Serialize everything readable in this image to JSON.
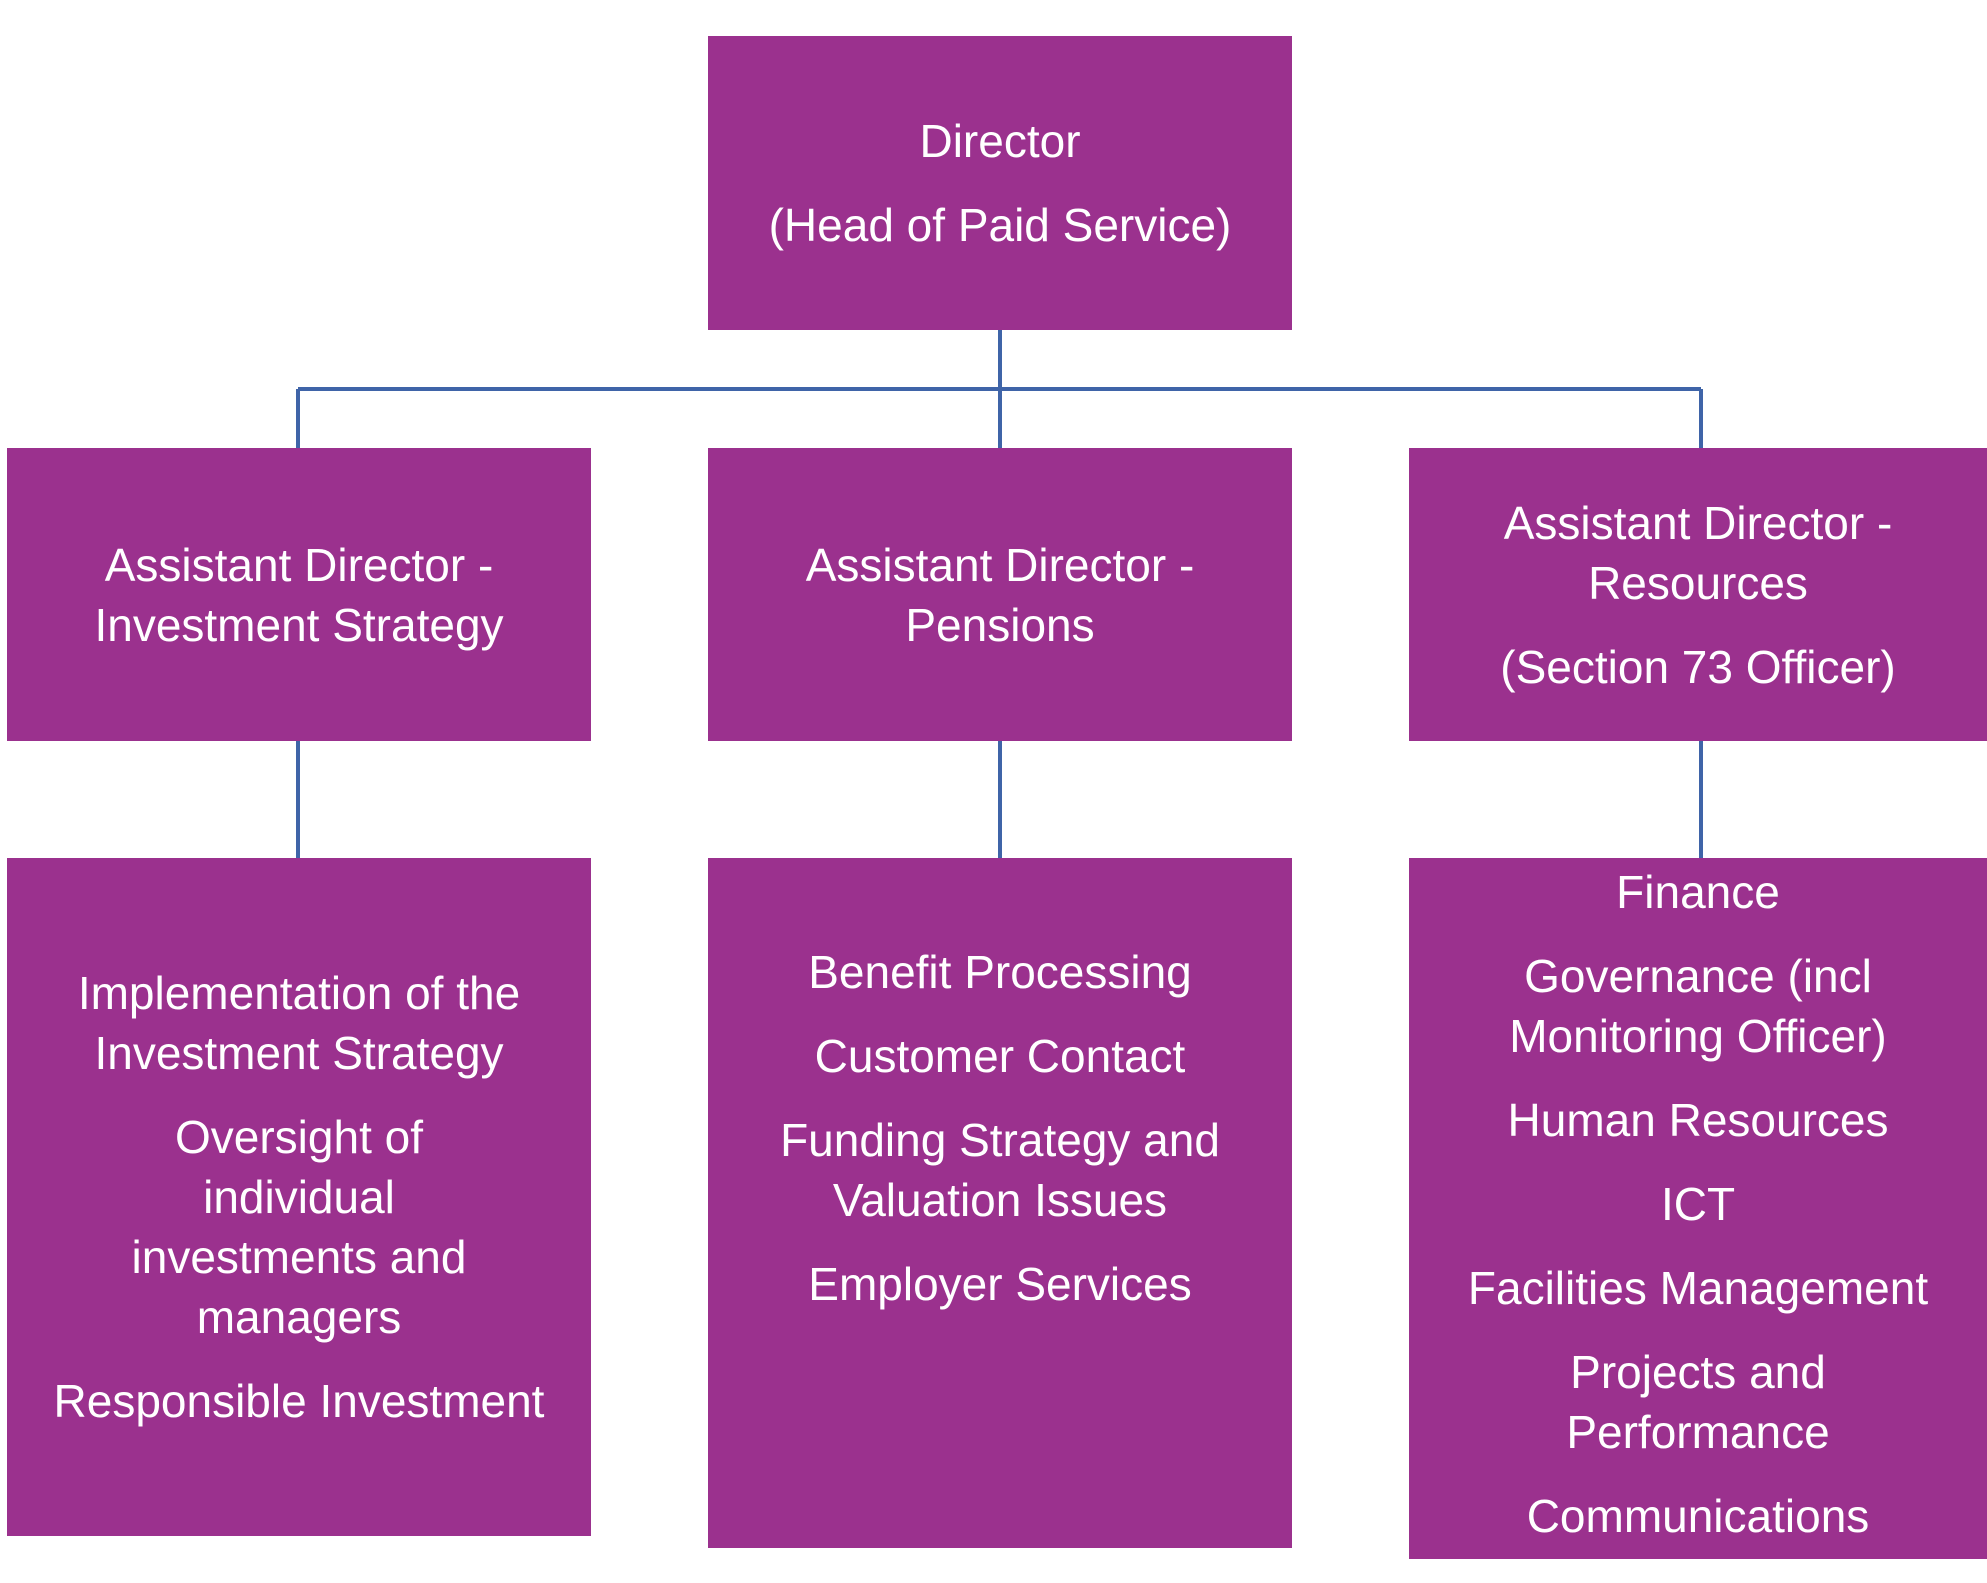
{
  "colors": {
    "box_fill": "#9B318E",
    "connector": "#3F64A8",
    "text": "#FFFFFF"
  },
  "director": {
    "title": "Director",
    "subtitle": "(Head of Paid Service)"
  },
  "assistants": [
    {
      "title": "Assistant Director -",
      "title2": "Investment Strategy"
    },
    {
      "title": "Assistant Director -",
      "title2": "Pensions"
    },
    {
      "title": "Assistant Director -",
      "title2": "Resources",
      "subtitle": "(Section 73 Officer)"
    }
  ],
  "functions": {
    "investment": [
      "Implementation of the Investment Strategy",
      "Oversight of individual investments and managers",
      "Responsible Investment"
    ],
    "pensions": [
      "Benefit Processing",
      "Customer Contact",
      "Funding Strategy and Valuation Issues",
      "Employer Services"
    ],
    "resources": [
      "Finance",
      "Governance (incl Monitoring Officer)",
      "Human Resources",
      "ICT",
      "Facilities Management",
      "Projects and Performance",
      "Communications"
    ]
  }
}
